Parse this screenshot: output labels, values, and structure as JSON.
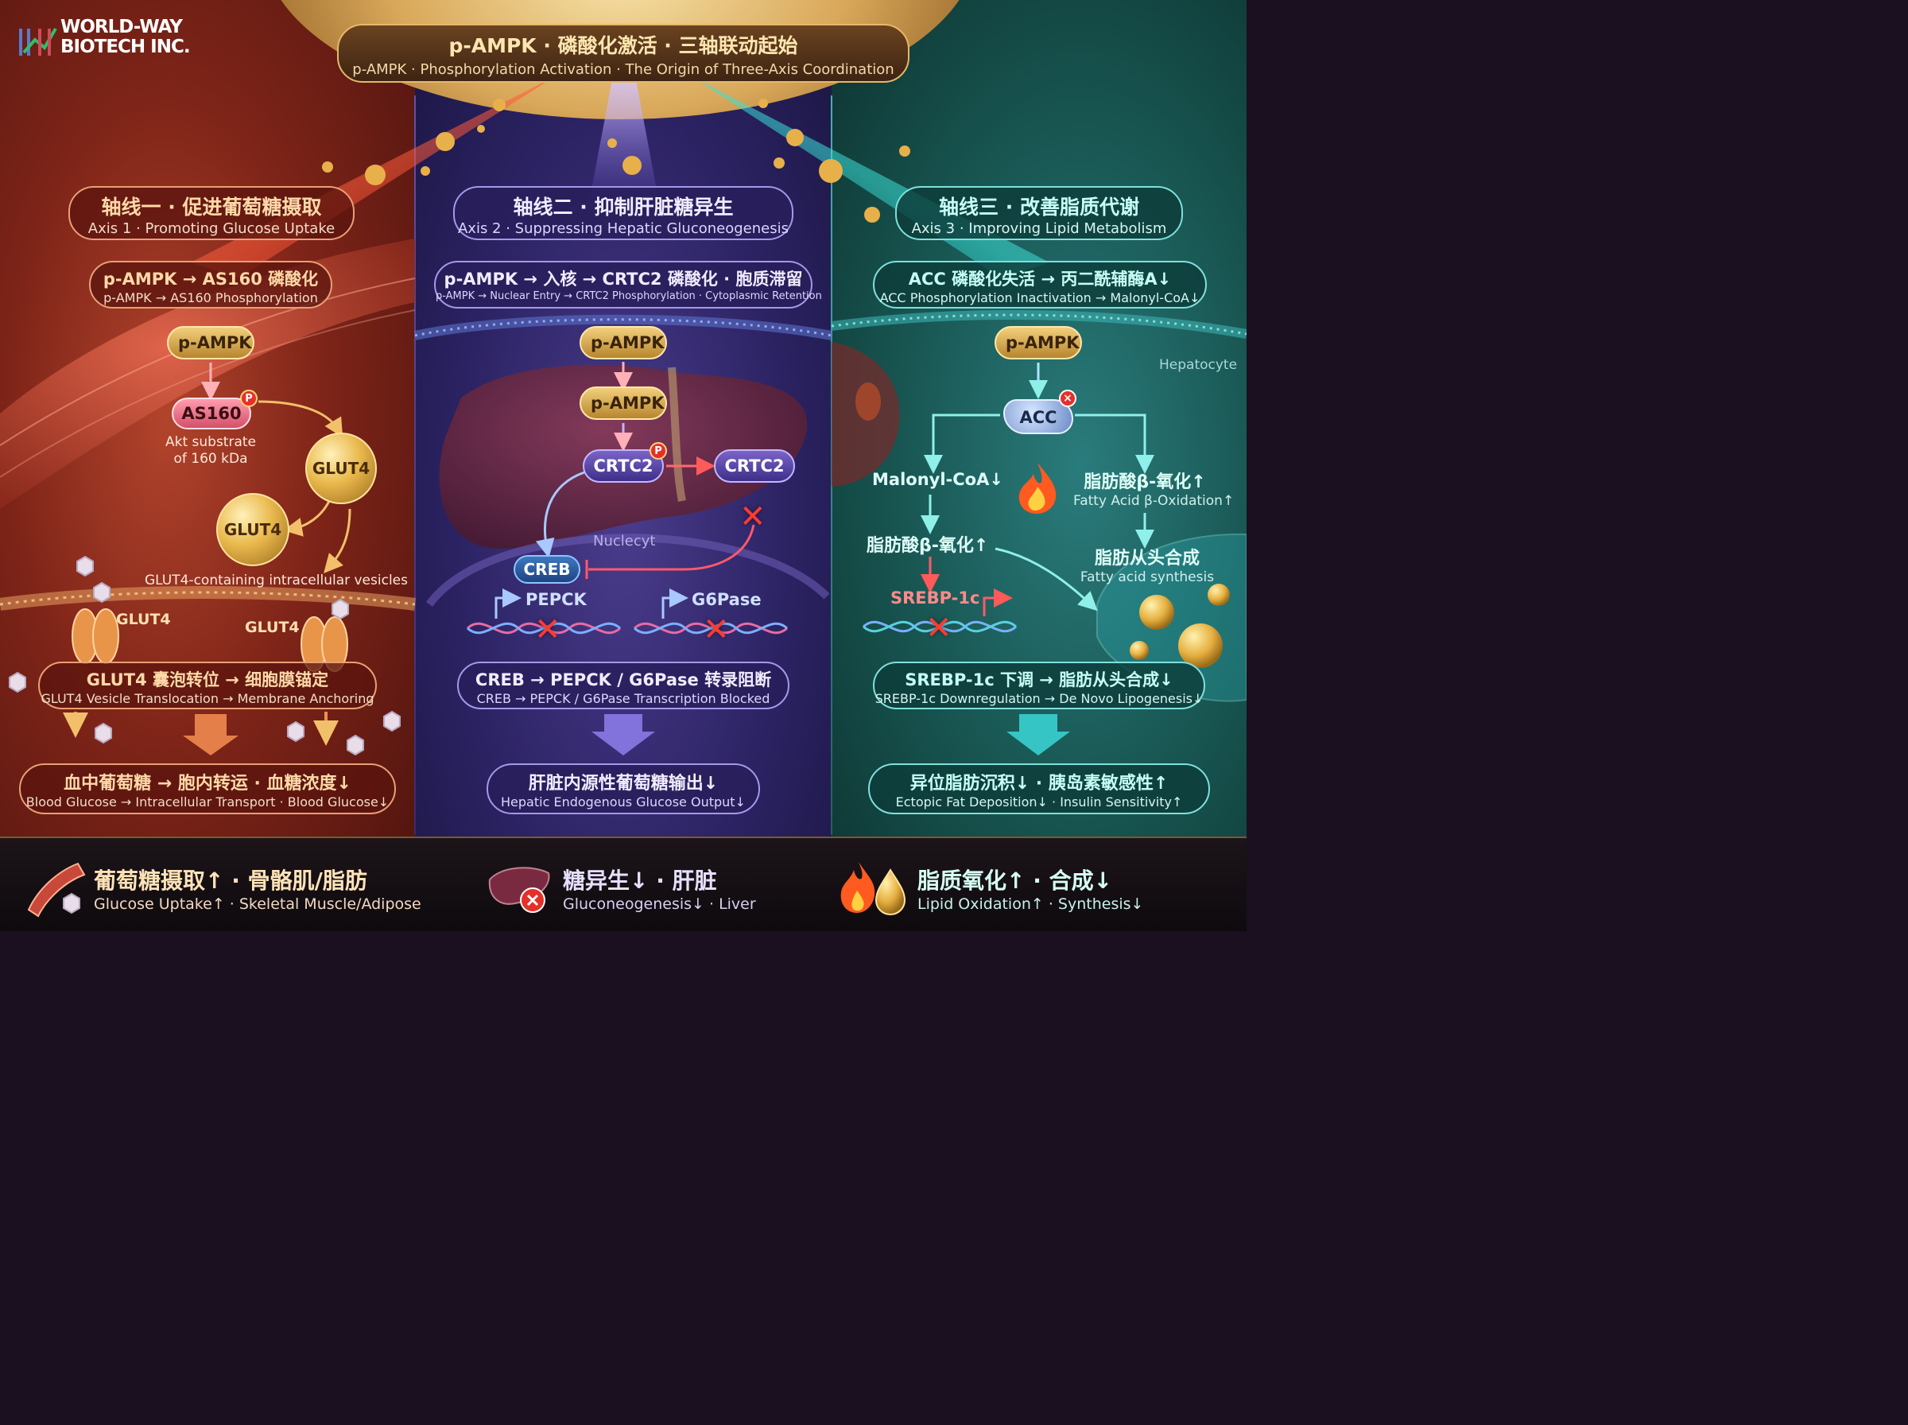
{
  "logo": {
    "line1": "WORLD-WAY",
    "line2": "BIOTECH INC."
  },
  "header": {
    "title_zh": "p-AMPK · 磷酸化激活 · 三轴联动起始",
    "title_en": "p-AMPK · Phosphorylation Activation · The Origin of Three-Axis Coordination"
  },
  "axis1": {
    "title_zh": "轴线一 · 促进葡萄糖摄取",
    "title_en": "Axis 1 · Promoting Glucose Uptake",
    "step_zh": "p-AMPK → AS160 磷酸化",
    "step_en": "p-AMPK → AS160 Phosphorylation",
    "node_ampk": "p-AMPK",
    "node_as160": "AS160",
    "badge_p": "P",
    "as160_desc_1": "Akt substrate",
    "as160_desc_2": "of 160 kDa",
    "glut4_orb_1": "GLUT4",
    "glut4_orb_2": "GLUT4",
    "vesicle_label": "GLUT4-containing intracellular vesicles",
    "glut4_membrane_1": "GLUT4",
    "glut4_membrane_2": "GLUT4",
    "result1_zh": "GLUT4 囊泡转位 → 细胞膜锚定",
    "result1_en": "GLUT4 Vesicle Translocation → Membrane Anchoring",
    "result2_zh": "血中葡萄糖 → 胞内转运 · 血糖浓度↓",
    "result2_en": "Blood Glucose → Intracellular Transport · Blood Glucose↓"
  },
  "axis2": {
    "title_zh": "轴线二 · 抑制肝脏糖异生",
    "title_en": "Axis 2 · Suppressing Hepatic Gluconeogenesis",
    "step_zh": "p-AMPK → 入核 → CRTC2 磷酸化 · 胞质滞留",
    "step_en": "p-AMPK → Nuclear Entry → CRTC2 Phosphorylation · Cytoplasmic Retention",
    "node_ampk_1": "p-AMPK",
    "node_ampk_2": "p-AMPK",
    "node_crtc2_p": "CRTC2",
    "node_crtc2": "CRTC2",
    "badge_p": "P",
    "nucleus_label": "Nuclecyt",
    "node_creb": "CREB",
    "gene_pepck": "PEPCK",
    "gene_g6pase": "G6Pase",
    "result1_zh": "CREB → PEPCK / G6Pase 转录阻断",
    "result1_en": "CREB → PEPCK / G6Pase Transcription Blocked",
    "result2_zh": "肝脏内源性葡萄糖输出↓",
    "result2_en": "Hepatic Endogenous Glucose Output↓"
  },
  "axis3": {
    "title_zh": "轴线三 · 改善脂质代谢",
    "title_en": "Axis 3 · Improving Lipid Metabolism",
    "step_zh": "ACC 磷酸化失活 → 丙二酰辅酶A↓",
    "step_en": "ACC Phosphorylation Inactivation → Malonyl-CoA↓",
    "node_ampk": "p-AMPK",
    "cell_label": "Hepatocyte",
    "node_acc": "ACC",
    "badge_x": "×",
    "malonyl": "Malonyl-CoA↓",
    "beta_ox_zh_right": "脂肪酸β-氧化↑",
    "beta_ox_en_right": "Fatty Acid β-Oxidation↑",
    "beta_ox_zh_left": "脂肪酸β-氧化↑",
    "synthesis_zh": "脂肪从头合成",
    "synthesis_en": "Fatty acid synthesis",
    "srebp": "SREBP-1c",
    "result1_zh": "SREBP-1c 下调 → 脂肪从头合成↓",
    "result1_en": "SREBP-1c Downregulation → De Novo Lipogenesis↓",
    "result2_zh": "异位脂肪沉积↓ · 胰岛素敏感性↑",
    "result2_en": "Ectopic Fat Deposition↓ · Insulin Sensitivity↑"
  },
  "footer": {
    "item1_zh": "葡萄糖摄取↑ · 骨骼肌/脂肪",
    "item1_en": "Glucose Uptake↑ · Skeletal Muscle/Adipose",
    "item2_zh": "糖异生↓ · 肝脏",
    "item2_en": "Gluconeogenesis↓ · Liver",
    "item3_zh": "脂质氧化↑ · 合成↓",
    "item3_en": "Lipid Oxidation↑ · Synthesis↓"
  },
  "icons": {
    "muscle": "muscle-icon",
    "liver": "liver-icon",
    "flame": "flame-icon",
    "oil_drop": "oil-drop-icon",
    "cross": "cross-icon",
    "dna": "dna-icon"
  },
  "colors": {
    "gold": "#e6b86a",
    "axis1": "#b2442c",
    "axis2": "#4a3c8c",
    "axis3": "#2a7c7c",
    "inhibit": "#e5302a"
  }
}
